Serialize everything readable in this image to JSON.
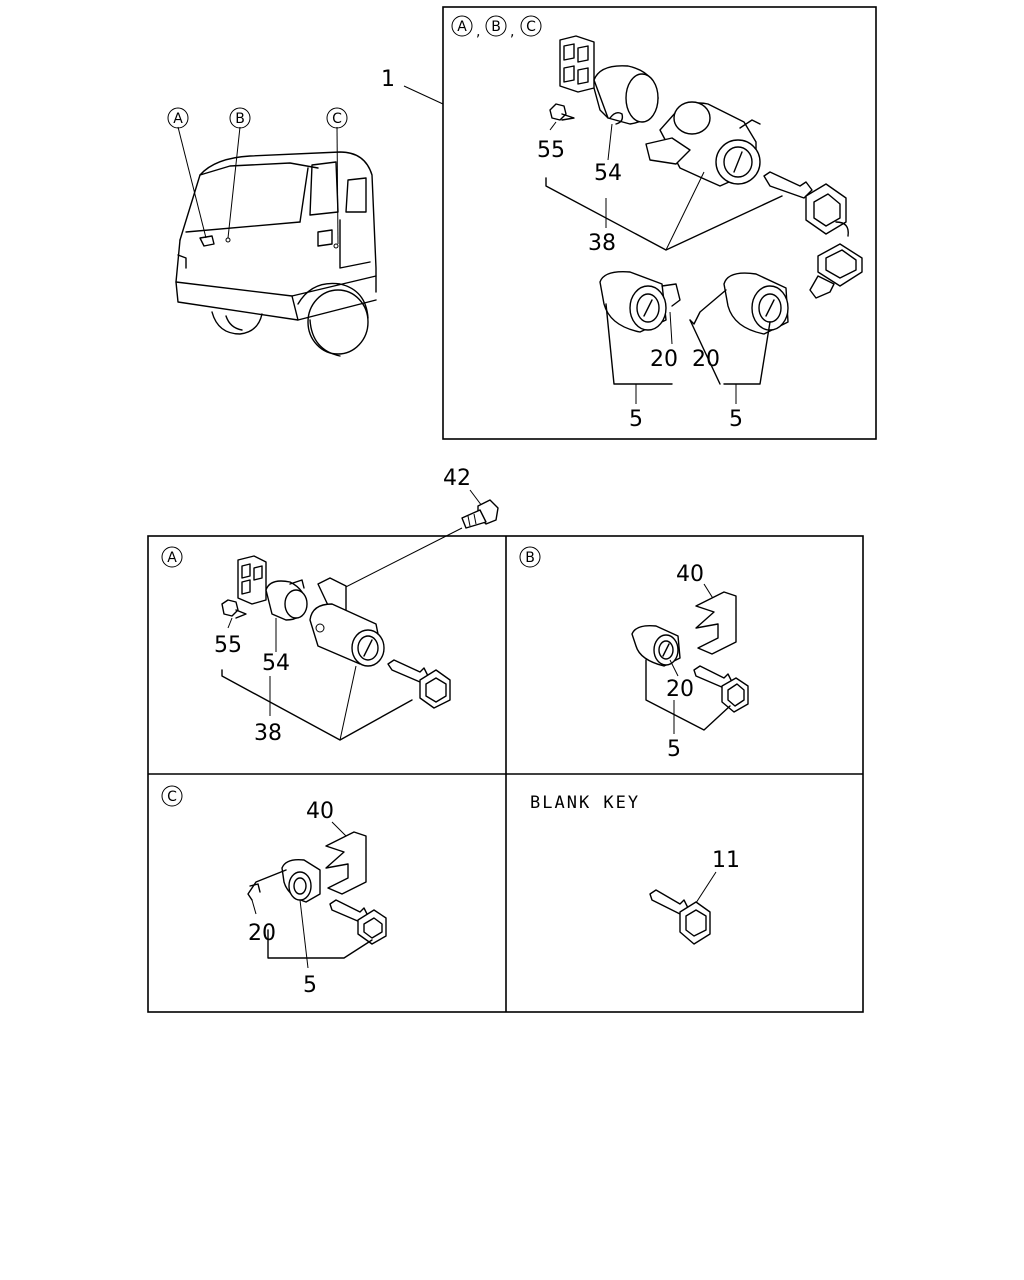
{
  "callouts": {
    "a": "A",
    "b": "B",
    "c": "C"
  },
  "separator": ",",
  "blank_key_caption": "BLANK KEY",
  "part_numbers": {
    "p1": "1",
    "p5": "5",
    "p11": "11",
    "p20": "20",
    "p38": "38",
    "p40": "40",
    "p42": "42",
    "p54": "54",
    "p55": "55"
  }
}
